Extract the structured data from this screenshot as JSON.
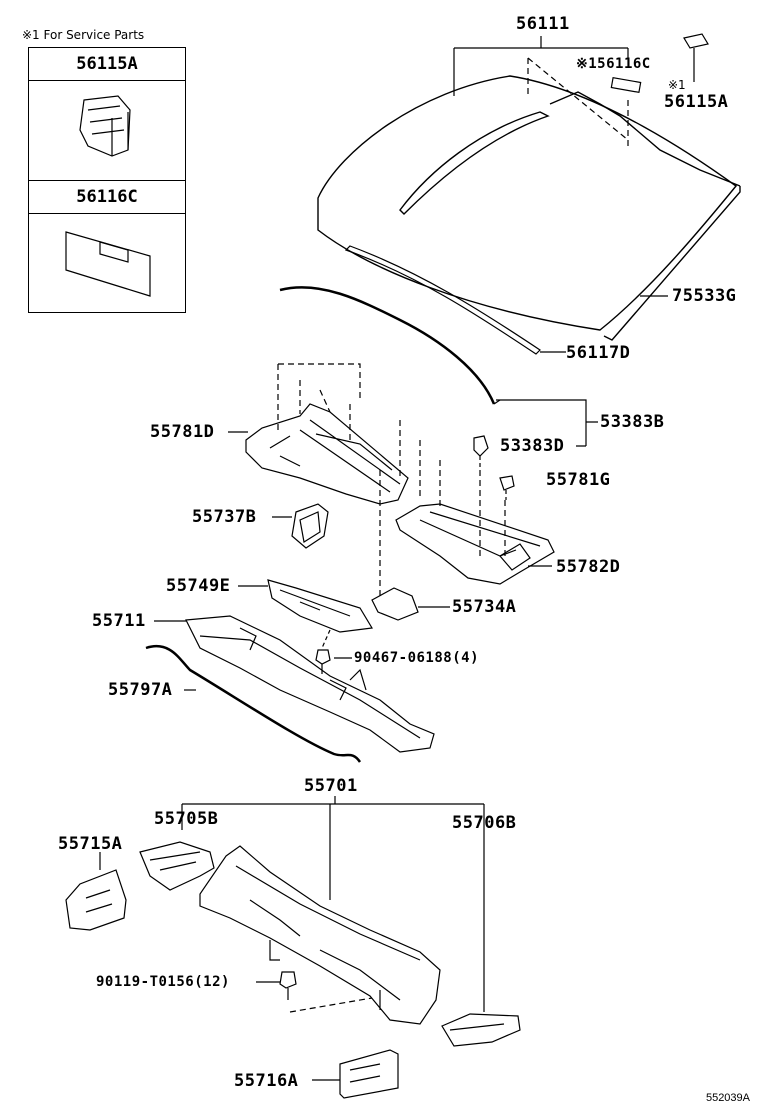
{
  "service_note": "※1 For Service Parts",
  "inset": {
    "part_a": "56115A",
    "part_b": "56116C"
  },
  "parts": {
    "p56111": "56111",
    "p56116C": "※156116C",
    "p56115A_mark": "※1",
    "p56115A": "56115A",
    "p75533G": "75533G",
    "p56117D": "56117D",
    "p53383B": "53383B",
    "p53383D": "53383D",
    "p55781D": "55781D",
    "p55781G": "55781G",
    "p55737B": "55737B",
    "p55782D": "55782D",
    "p55749E": "55749E",
    "p55734A": "55734A",
    "p55711": "55711",
    "p90467": "90467-06188(4)",
    "p55797A": "55797A",
    "p55701": "55701",
    "p55705B": "55705B",
    "p55706B": "55706B",
    "p55715A": "55715A",
    "p90119": "90119-T0156(12)",
    "p55716A": "55716A"
  },
  "diagram_code": "552039A"
}
